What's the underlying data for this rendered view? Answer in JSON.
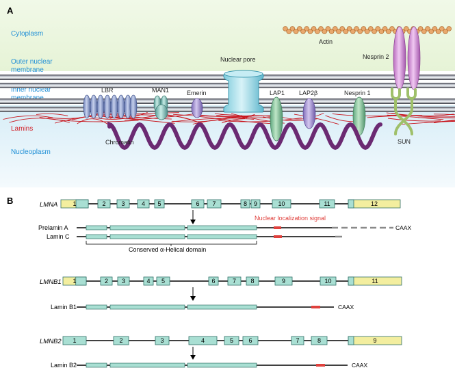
{
  "panelA": {
    "label": "A",
    "regions": {
      "cytoplasm": "Cytoplasm",
      "outer_membrane_1": "Outer nuclear",
      "outer_membrane_2": "membrane",
      "inner_membrane_1": "Inner nuclear",
      "inner_membrane_2": "membrane",
      "lamins": "Lamins",
      "nucleoplasm": "Nucleoplasm"
    },
    "proteins": {
      "lbr": "LBR",
      "man1": "MAN1",
      "emerin": "Emerin",
      "nuclear_pore": "Nuclear pore",
      "lap1": "LAP1",
      "lap2b": "LAP2β",
      "nesprin1": "Nesprin 1",
      "actin": "Actin",
      "nesprin2": "Nesprin 2",
      "sun": "SUN",
      "chromatin": "Chromatin"
    },
    "colors": {
      "region_label": "#1f8fd6",
      "lamins_label": "#d21f26",
      "lamin_fibers": "#c8141c",
      "chromatin": "#6b2a72",
      "cytoplasm_bg": "#eaf5dc",
      "nucleoplasm_bg": "#e1f1f9"
    }
  },
  "panelB": {
    "label": "B",
    "colors": {
      "exon_fill": "#a9dfd3",
      "utr_fill": "#f3ee9f",
      "nls": "#e0413d",
      "tail_gray": "#8a8a8a"
    },
    "genes": [
      {
        "name": "LMNA",
        "exons": [
          "1",
          "2",
          "3",
          "4",
          "5",
          "6",
          "7",
          "8",
          "9",
          "10",
          "11",
          "12"
        ],
        "proteins": [
          {
            "name": "Prelamin A",
            "tail": "CAAX"
          },
          {
            "name": "Lamin C",
            "tail": ""
          }
        ],
        "nls_label": "Nuclear localization signal",
        "domain_label": "Conserved α-Helical domain"
      },
      {
        "name": "LMNB1",
        "exons": [
          "1",
          "2",
          "3",
          "4",
          "5",
          "6",
          "7",
          "8",
          "9",
          "10",
          "11"
        ],
        "proteins": [
          {
            "name": "Lamin B1",
            "tail": "CAAX"
          }
        ]
      },
      {
        "name": "LMNB2",
        "exons": [
          "1",
          "2",
          "3",
          "4",
          "5",
          "6",
          "7",
          "8",
          "9"
        ],
        "proteins": [
          {
            "name": "Lamin B2",
            "tail": "CAAX"
          }
        ]
      }
    ]
  }
}
